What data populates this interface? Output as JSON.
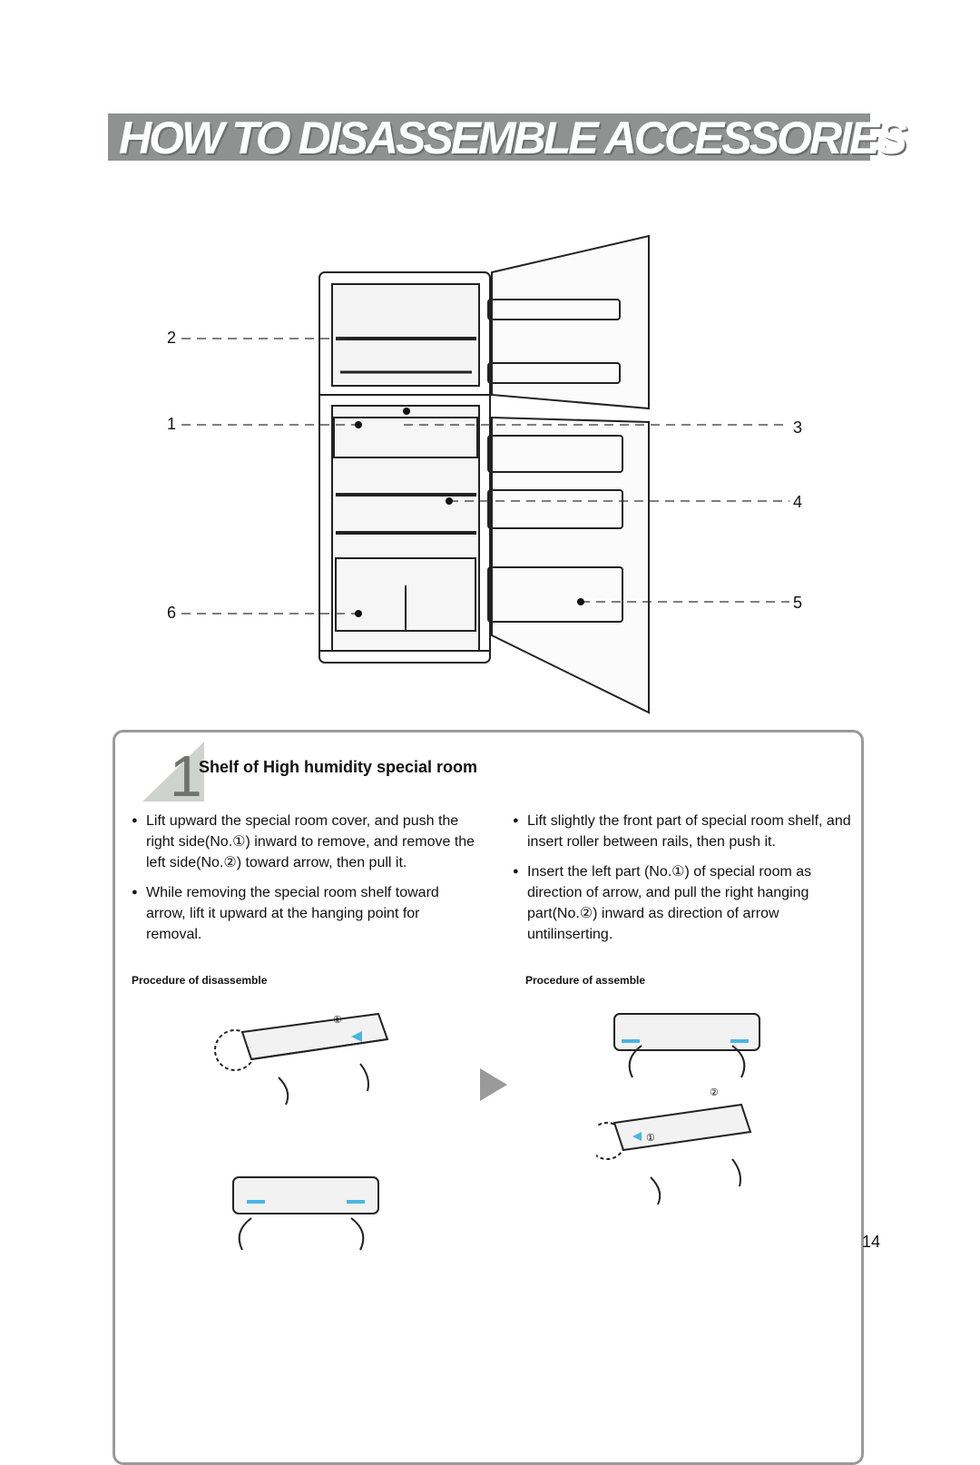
{
  "header": {
    "title": "HOW TO DISASSEMBLE ACCESSORIES"
  },
  "diagram": {
    "callouts": [
      "1",
      "2",
      "3",
      "4",
      "5",
      "6"
    ]
  },
  "section": {
    "number": "1",
    "title": "Shelf of High humidity special room",
    "left_bullets": [
      "Lift upward the special room cover, and push the right side(No.①) inward to remove, and remove the left side(No.②) toward arrow, then pull it.",
      "While removing the special room shelf toward arrow, lift it upward at the hanging point for removal."
    ],
    "right_bullets": [
      "Lift slightly the front part of special room shelf, and insert roller between rails, then push it.",
      "Insert the left part (No.①) of special room as direction of arrow, and pull the right hanging part(No.②) inward as direction of arrow untilinserting."
    ],
    "procedure_disassemble_label": "Procedure of disassemble",
    "procedure_assemble_label": "Procedure of assemble",
    "disassemble_markers": [
      "①"
    ],
    "assemble_markers": [
      "②",
      "①"
    ]
  },
  "page_number": "14"
}
